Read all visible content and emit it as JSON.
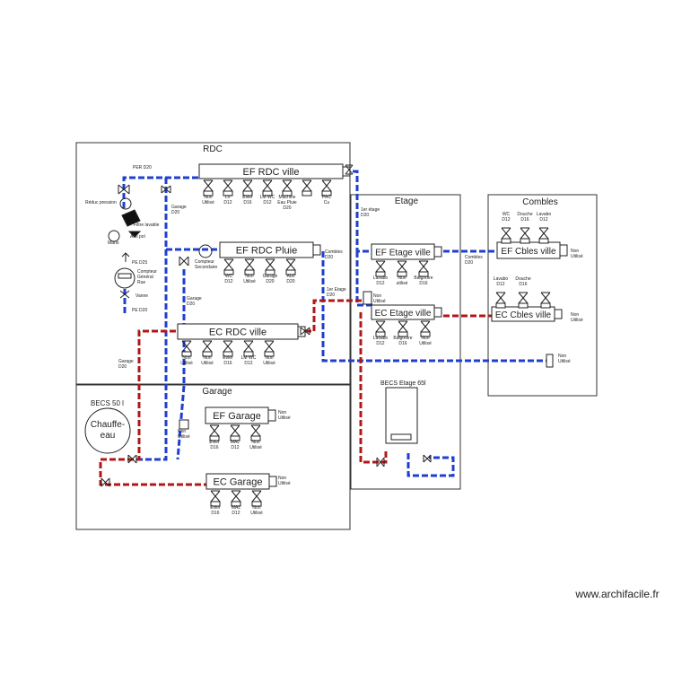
{
  "rooms": {
    "rdc": "RDC",
    "garage": "Garage",
    "etage": "Etage",
    "combles": "Combles"
  },
  "collectors": {
    "ef_rdc_ville": "EF RDC ville",
    "ef_rdc_pluie": "EF RDC Pluie",
    "ec_rdc_ville": "EC RDC ville",
    "ef_garage": "EF Garage",
    "ec_garage": "EC Garage",
    "ef_etage_ville": "EF Etage ville",
    "ec_etage_ville": "EC Etage ville",
    "ef_cbles_ville": "EF Cbles ville",
    "ec_cbles_ville": "EC Cbles ville"
  },
  "pipe_labels": {
    "per_d20": "PER D20",
    "garage_d20_a": "Garage\nD20",
    "garage_d20_b": "Garage\nD20",
    "garage_d20_c": "Garage\nD20",
    "combles_d20_a": "Combles\nD20",
    "combles_d20_b": "Combles\nD20",
    "etage_d20_a": "1er étage\nD20",
    "etage_d20_b": "1er Etage\nD20",
    "pe_d25": "PE D25",
    "pe_d20": "PE D20"
  },
  "equipment": {
    "reduc_pression": "Réduc pression",
    "filtre": "Filtre lavable",
    "mano": "Mano",
    "anti_pol": "Anti pol",
    "compteur_general": "Compteur\nGénéral\nRue",
    "vanne": "Vanne",
    "compteur_secondaire": "Compteur\nSecondaire",
    "becs_50": "BECS 50 l",
    "chauffe_eau": "Chauffe-\neau",
    "becs_etage": "BECS Etage 65l",
    "non_utilise": "Non\nUtilisé"
  },
  "outlets": {
    "ef_rdc_ville": [
      "Non\nUtilisé",
      "LV\nD12",
      "Evier\nD16",
      "LM WC\nD12",
      "Machine\nEau Pluie\nD20",
      "",
      "PAC\nCu"
    ],
    "ef_rdc_pluie": [
      "WC\nD12",
      "Non\nUtilisé",
      "Garage\nD20",
      "Abri\nD20"
    ],
    "ec_rdc_ville": [
      "Non\nUtilisé",
      "Non\nUtilisé",
      "Evier\nD16",
      "LM WC\nD12",
      "Non\nUtilisé"
    ],
    "ef_garage": [
      "Evier\nD16",
      "MAL\nD12",
      "Non\nUtilisé"
    ],
    "ec_garage": [
      "Evier\nD16",
      "MAL\nD12",
      "Non\nUtilisé"
    ],
    "ef_etage_ville": [
      "Lavabo\nD12",
      "Non\nutilisé",
      "Baignoire\nD16"
    ],
    "ec_etage_ville": [
      "Lavabo\nD12",
      "Baignoire\nD16",
      "Non\nUtilisé"
    ],
    "ef_cbles_ville": [
      "WC\nD12",
      "Douche\nD16",
      "Lavabo\nD12"
    ],
    "ec_cbles_ville": [
      "Lavabo\nD12",
      "Douche\nD16"
    ]
  },
  "watermark": "www.archifacile.fr",
  "colors": {
    "cold_pipe": "#1f3fd1",
    "hot_pipe": "#b01818",
    "wall": "#333333"
  }
}
